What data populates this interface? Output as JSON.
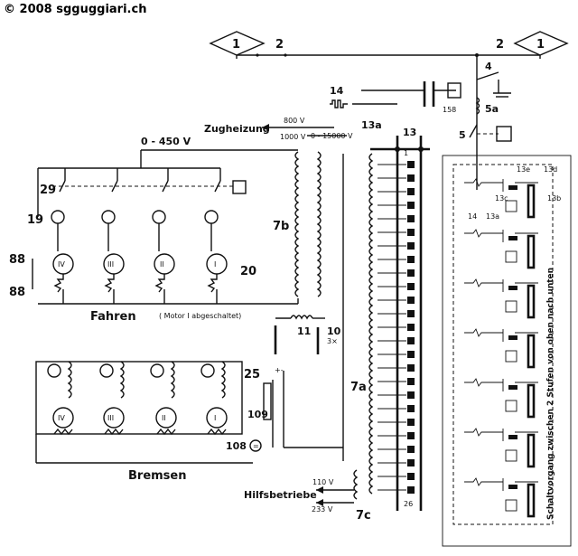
{
  "copyright": "© 2008 sgguggiari.ch",
  "labels": {
    "pantograph_left": "1",
    "pantograph_right": "1",
    "line_left": "2",
    "line_right": "2",
    "n4": "4",
    "n5a": "5a",
    "n5": "5",
    "n14": "14",
    "n13a": "13a",
    "n13": "13",
    "n158": "158",
    "zugheizung": "Zugheizung",
    "v800": "800 V",
    "v1000": "1000 V",
    "v0_15000": "0 - 15000 V",
    "v0_450": "0 - 450 V",
    "n29": "29",
    "n19": "19",
    "n7b": "7b",
    "n88_top": "88",
    "n88_bottom": "88",
    "n20": "20",
    "fahren": "Fahren",
    "motor_note": "( Motor I abgeschaltet)",
    "n11": "11",
    "n10": "10",
    "n3x": "3×",
    "n7a": "7a",
    "n25": "25",
    "n109": "109",
    "n108": "108",
    "bremsen": "Bremsen",
    "v110": "110 V",
    "v233": "233 V",
    "hilfsbetriebe": "Hilfsbetriebe",
    "n7c": "7c",
    "n1": "1",
    "n26": "26",
    "n13e": "13e",
    "n13d": "13d",
    "n13c": "13c",
    "n13b": "13b",
    "n14b": "14",
    "n13a_b": "13a",
    "schaltvorgang": "Schaltvorgang zwischen 2 Stufen von oben nach unten",
    "plusminus": "+-",
    "equals": "="
  },
  "motors": {
    "drive": [
      "IV",
      "III",
      "II",
      "I"
    ],
    "brake": [
      "IV",
      "III",
      "II",
      "I"
    ]
  }
}
